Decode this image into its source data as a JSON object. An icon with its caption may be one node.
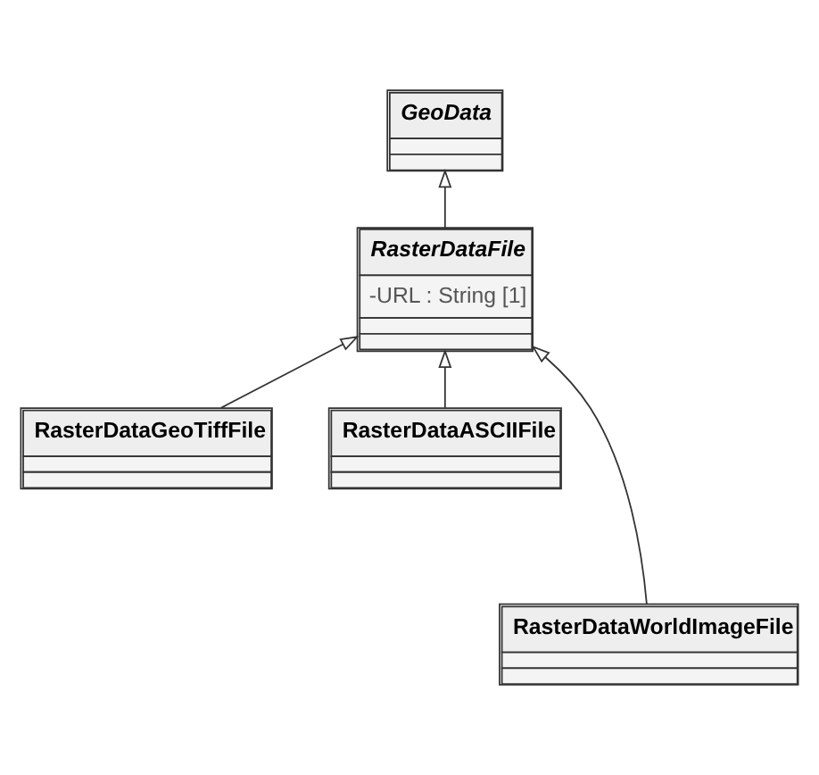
{
  "diagram": {
    "nodes": [
      {
        "text": [
          "GeoData"
        ]
      },
      {
        "text": [
          "RasterDataFile",
          "-URL : String [1]"
        ]
      },
      {
        "text": [
          "RasterDataGeoTiffFile"
        ]
      },
      {
        "text": [
          "RasterDataASCIIFile"
        ]
      },
      {
        "text": [
          "RasterDataWorldImageFile"
        ]
      }
    ],
    "edges": [
      {
        "from": 1,
        "to": 0,
        "arrow": "to"
      },
      {
        "from": 2,
        "to": 1,
        "arrow": "to"
      },
      {
        "from": 4,
        "to": 1,
        "arrow": "to"
      },
      {
        "from": 3,
        "to": 1,
        "arrow": "to"
      }
    ]
  }
}
